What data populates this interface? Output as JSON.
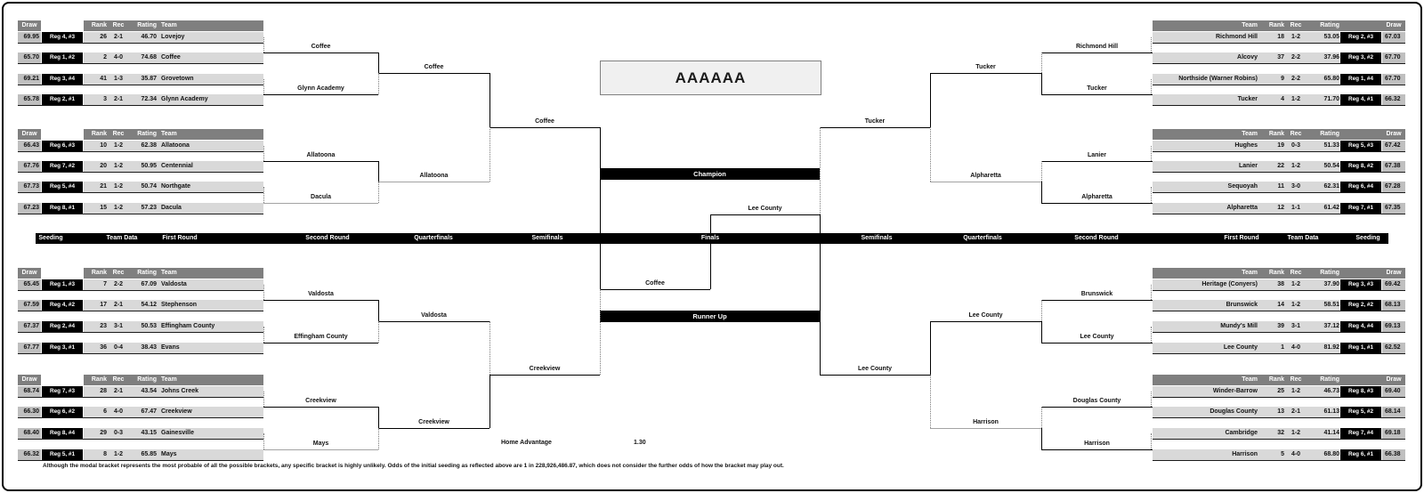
{
  "title": "AAAAAA",
  "finals": {
    "champion_label": "Champion",
    "runner_up_label": "Runner Up",
    "champion_team": "Lee County",
    "runner_up_team": "Coffee"
  },
  "home_advantage": {
    "label": "Home Advantage",
    "value": "1.30"
  },
  "footnote": "Although the modal bracket represents the most probable of all the possible brackets, any specific bracket is highly unlikely.  Odds of the initial seeding as reflected above are 1 in 228,926,486.87, which does not consider the further odds of how the bracket may play out.",
  "round_band": [
    "Seeding",
    "Team Data",
    "First Round",
    "Second Round",
    "Quarterfinals",
    "Semifinals",
    "Finals",
    "Semifinals",
    "Quarterfinals",
    "Second Round",
    "First Round",
    "Team Data",
    "Seeding"
  ],
  "table_headers": {
    "draw": "Draw",
    "rank": "Rank",
    "rec": "Rec",
    "rating": "Rating",
    "team": "Team"
  },
  "left_groups": [
    {
      "rows": [
        {
          "draw": "69.95",
          "region": "Reg 4, #3",
          "rank": "26",
          "rec": "2-1",
          "rating": "46.70",
          "team": "Lovejoy"
        },
        {
          "draw": "65.70",
          "region": "Reg 1, #2",
          "rank": "2",
          "rec": "4-0",
          "rating": "74.68",
          "team": "Coffee"
        },
        {
          "draw": "69.21",
          "region": "Reg 3, #4",
          "rank": "41",
          "rec": "1-3",
          "rating": "35.87",
          "team": "Grovetown"
        },
        {
          "draw": "65.78",
          "region": "Reg 2, #1",
          "rank": "3",
          "rec": "2-1",
          "rating": "72.34",
          "team": "Glynn Academy"
        }
      ]
    },
    {
      "rows": [
        {
          "draw": "66.43",
          "region": "Reg 6, #3",
          "rank": "10",
          "rec": "1-2",
          "rating": "62.38",
          "team": "Allatoona"
        },
        {
          "draw": "67.76",
          "region": "Reg 7, #2",
          "rank": "20",
          "rec": "1-2",
          "rating": "50.95",
          "team": "Centennial"
        },
        {
          "draw": "67.73",
          "region": "Reg 5, #4",
          "rank": "21",
          "rec": "1-2",
          "rating": "50.74",
          "team": "Northgate"
        },
        {
          "draw": "67.23",
          "region": "Reg 8, #1",
          "rank": "15",
          "rec": "1-2",
          "rating": "57.23",
          "team": "Dacula"
        }
      ]
    },
    {
      "rows": [
        {
          "draw": "65.45",
          "region": "Reg 1, #3",
          "rank": "7",
          "rec": "2-2",
          "rating": "67.09",
          "team": "Valdosta"
        },
        {
          "draw": "67.59",
          "region": "Reg 4, #2",
          "rank": "17",
          "rec": "2-1",
          "rating": "54.12",
          "team": "Stephenson"
        },
        {
          "draw": "67.37",
          "region": "Reg 2, #4",
          "rank": "23",
          "rec": "3-1",
          "rating": "50.53",
          "team": "Effingham County"
        },
        {
          "draw": "67.77",
          "region": "Reg 3, #1",
          "rank": "36",
          "rec": "0-4",
          "rating": "38.43",
          "team": "Evans"
        }
      ]
    },
    {
      "rows": [
        {
          "draw": "68.74",
          "region": "Reg 7, #3",
          "rank": "28",
          "rec": "2-1",
          "rating": "43.54",
          "team": "Johns Creek"
        },
        {
          "draw": "66.30",
          "region": "Reg 6, #2",
          "rank": "6",
          "rec": "4-0",
          "rating": "67.47",
          "team": "Creekview"
        },
        {
          "draw": "68.40",
          "region": "Reg 8, #4",
          "rank": "29",
          "rec": "0-3",
          "rating": "43.15",
          "team": "Gainesville"
        },
        {
          "draw": "66.32",
          "region": "Reg 5, #1",
          "rank": "8",
          "rec": "1-2",
          "rating": "65.85",
          "team": "Mays"
        }
      ]
    }
  ],
  "right_groups": [
    {
      "rows": [
        {
          "team": "Richmond Hill",
          "rank": "18",
          "rec": "1-2",
          "rating": "53.05",
          "region": "Reg 2, #3",
          "draw": "67.03"
        },
        {
          "team": "Alcovy",
          "rank": "37",
          "rec": "2-2",
          "rating": "37.96",
          "region": "Reg 3, #2",
          "draw": "67.70"
        },
        {
          "team": "Northside (Warner Robins)",
          "rank": "9",
          "rec": "2-2",
          "rating": "65.80",
          "region": "Reg 1, #4",
          "draw": "67.70"
        },
        {
          "team": "Tucker",
          "rank": "4",
          "rec": "1-2",
          "rating": "71.70",
          "region": "Reg 4, #1",
          "draw": "66.32"
        }
      ]
    },
    {
      "rows": [
        {
          "team": "Hughes",
          "rank": "19",
          "rec": "0-3",
          "rating": "51.33",
          "region": "Reg 5, #3",
          "draw": "67.42"
        },
        {
          "team": "Lanier",
          "rank": "22",
          "rec": "1-2",
          "rating": "50.54",
          "region": "Reg 8, #2",
          "draw": "67.38"
        },
        {
          "team": "Sequoyah",
          "rank": "11",
          "rec": "3-0",
          "rating": "62.31",
          "region": "Reg 6, #4",
          "draw": "67.28"
        },
        {
          "team": "Alpharetta",
          "rank": "12",
          "rec": "1-1",
          "rating": "61.42",
          "region": "Reg 7, #1",
          "draw": "67.35"
        }
      ]
    },
    {
      "rows": [
        {
          "team": "Heritage (Conyers)",
          "rank": "38",
          "rec": "1-2",
          "rating": "37.90",
          "region": "Reg 3, #3",
          "draw": "69.42"
        },
        {
          "team": "Brunswick",
          "rank": "14",
          "rec": "1-2",
          "rating": "58.51",
          "region": "Reg 2, #2",
          "draw": "68.13"
        },
        {
          "team": "Mundy's Mill",
          "rank": "39",
          "rec": "3-1",
          "rating": "37.12",
          "region": "Reg 4, #4",
          "draw": "69.13"
        },
        {
          "team": "Lee County",
          "rank": "1",
          "rec": "4-0",
          "rating": "81.92",
          "region": "Reg 1, #1",
          "draw": "62.52"
        }
      ]
    },
    {
      "rows": [
        {
          "team": "Winder-Barrow",
          "rank": "25",
          "rec": "1-2",
          "rating": "46.73",
          "region": "Reg 8, #3",
          "draw": "69.40"
        },
        {
          "team": "Douglas County",
          "rank": "13",
          "rec": "2-1",
          "rating": "61.13",
          "region": "Reg 5, #2",
          "draw": "68.14"
        },
        {
          "team": "Cambridge",
          "rank": "32",
          "rec": "1-2",
          "rating": "41.14",
          "region": "Reg 7, #4",
          "draw": "69.18"
        },
        {
          "team": "Harrison",
          "rank": "5",
          "rec": "4-0",
          "rating": "68.80",
          "region": "Reg 6, #1",
          "draw": "66.38"
        }
      ]
    }
  ],
  "bracket": {
    "left_second_round": [
      "Coffee",
      "Glynn Academy",
      "Allatoona",
      "Dacula",
      "Valdosta",
      "Effingham County",
      "Creekview",
      "Mays"
    ],
    "left_quarterfinals": [
      "Coffee",
      "Allatoona",
      "Valdosta",
      "Creekview"
    ],
    "left_semifinals": [
      "Coffee",
      "Creekview"
    ],
    "right_second_round": [
      "Richmond Hill",
      "Tucker",
      "Lanier",
      "Alpharetta",
      "Brunswick",
      "Lee County",
      "Douglas County",
      "Harrison"
    ],
    "right_quarterfinals": [
      "Tucker",
      "Alpharetta",
      "Lee County",
      "Harrison"
    ],
    "right_semifinals": [
      "Tucker",
      "Lee County"
    ]
  }
}
